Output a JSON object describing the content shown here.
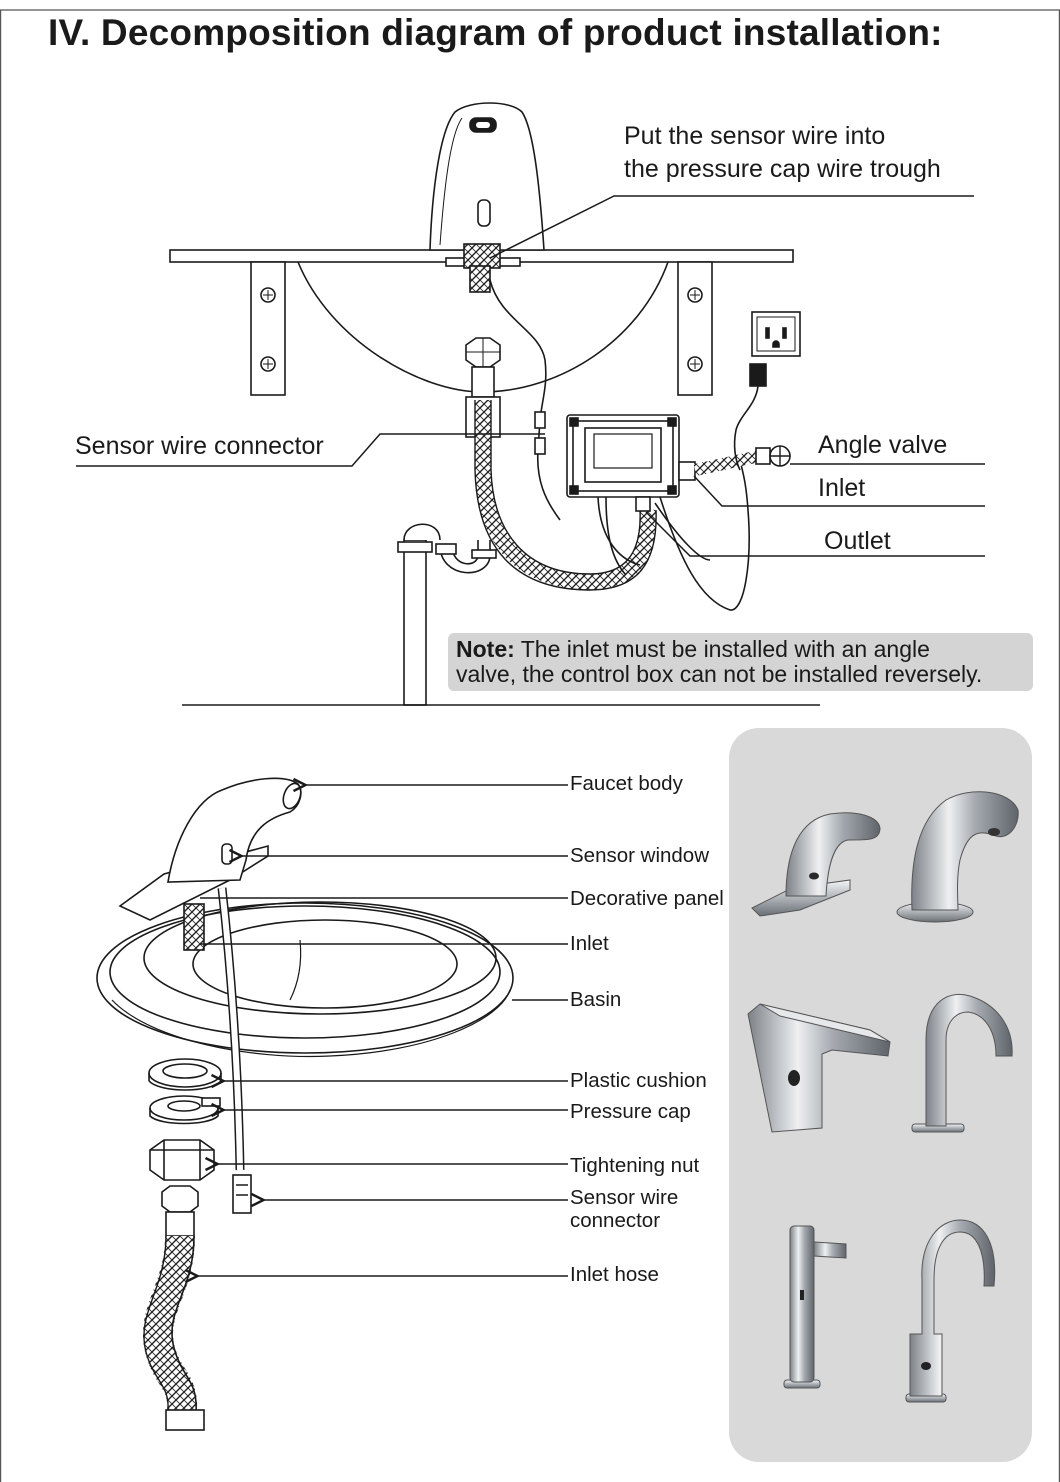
{
  "title": "IV. Decomposition diagram of product installation:",
  "top_diagram": {
    "label_sensor_wire_trough_line1": "Put the sensor wire into",
    "label_sensor_wire_trough_line2": "the pressure cap wire trough",
    "label_sensor_wire_connector": "Sensor wire connector",
    "label_angle_valve": "Angle valve",
    "label_inlet": "Inlet",
    "label_outlet": "Outlet",
    "note_heading": "Note:",
    "note_line1": " The inlet must be installed with an angle",
    "note_line2": "valve, the control box can not be installed reversely."
  },
  "exploded_diagram": {
    "labels": [
      "Faucet body",
      "Sensor window",
      "Decorative panel",
      "Inlet",
      "Basin",
      "Plastic cushion",
      "Pressure cap",
      "Tightening nut",
      "Sensor wire",
      "connector",
      "Inlet hose"
    ]
  },
  "colors": {
    "line": "#1a1a1a",
    "note_bg": "#d4d4d4",
    "gallery_bg": "#d9d9d9",
    "chrome": "#b8bcc2"
  }
}
